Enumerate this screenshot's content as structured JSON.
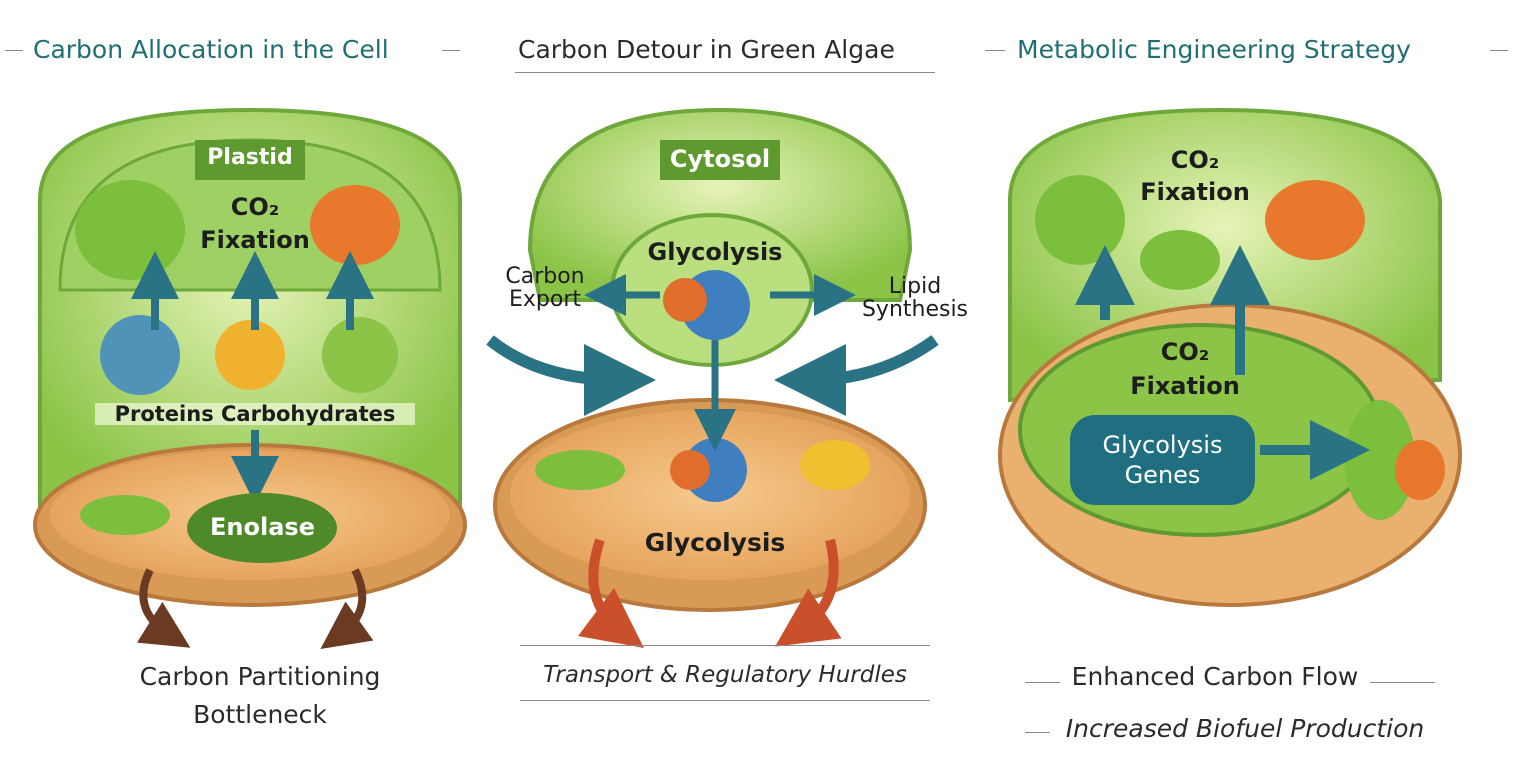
{
  "panels": [
    {
      "title": "Carbon Allocation in the Cell",
      "labels": {
        "compartment": "Plastid",
        "fixation_co2": "CO₂",
        "fixation": "Fixation",
        "products": "Proteins Carbohydrates",
        "enzyme": "Enolase"
      },
      "footer": [
        "Carbon Partitioning",
        "Bottleneck"
      ]
    },
    {
      "title": "Carbon Detour in Green Algae",
      "labels": {
        "compartment": "Cytosol",
        "glycolysis_top": "Glycolysis",
        "export": "Carbon Export",
        "lipid": "Lipid Synthesis",
        "glycolysis_bottom": "Glycolysis"
      },
      "footer": [
        "Transport & Regulatory Hurdles"
      ]
    },
    {
      "title": "Metabolic Engineering Strategy",
      "labels": {
        "fixation_top_co2": "CO₂",
        "fixation_top": "Fixation",
        "fixation_mid_co2": "CO₂",
        "fixation_mid": "Fixation",
        "genes": "Glycolysis Genes"
      },
      "footer": [
        "Enhanced Carbon Flow",
        "Increased Biofuel Production"
      ]
    }
  ],
  "colors": {
    "teal": "#1f6f73",
    "green": "#7cbf3c",
    "orange": "#e9b070",
    "arrow": "#2a7385",
    "red": "#c9502b"
  }
}
